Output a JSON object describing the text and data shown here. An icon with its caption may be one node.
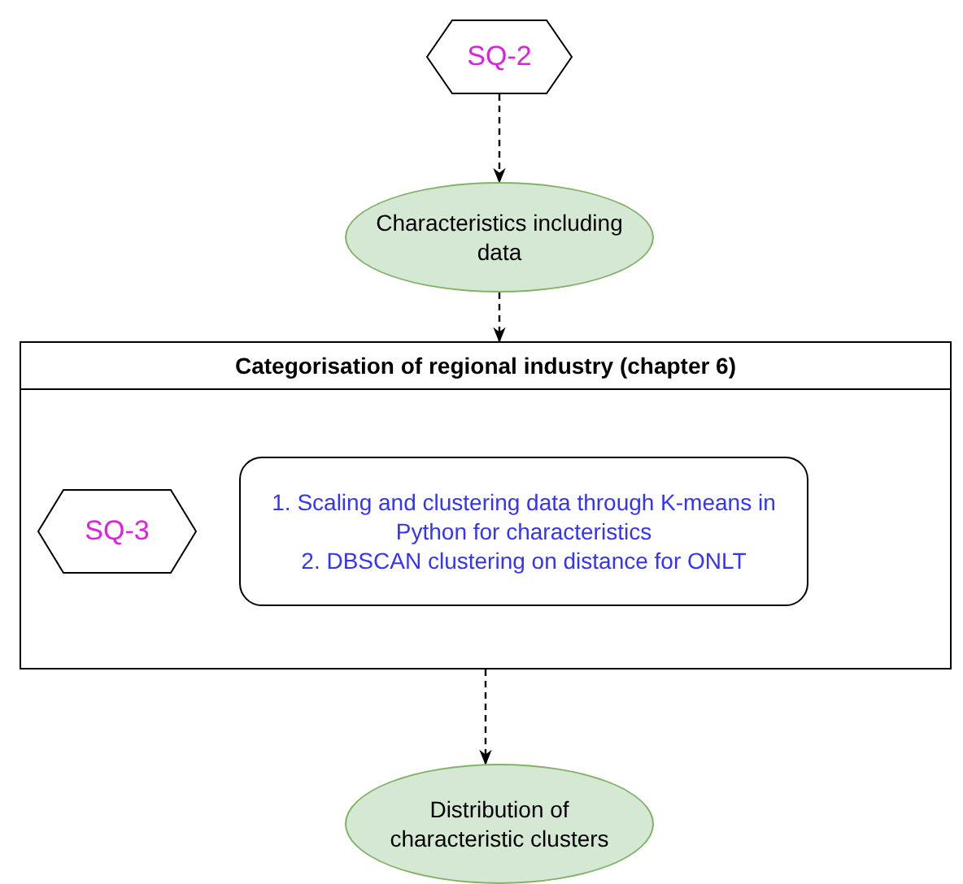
{
  "diagram": {
    "nodes": [
      {
        "text": [
          "SQ-2"
        ]
      },
      {
        "text": [
          "Characteristics including data"
        ]
      },
      {
        "text": [
          "Categorisation of regional industry (chapter 6)"
        ]
      },
      {
        "text": [
          "SQ-3"
        ],
        "in": 2
      },
      {
        "text": [
          "1. Scaling and clustering data through K-means in Python for characteristics",
          "2. DBSCAN clustering on distance for ONLT"
        ],
        "in": 2
      },
      {
        "text": [
          "Distribution of characteristic clusters"
        ]
      }
    ],
    "edges": [
      {
        "from": 0,
        "to": 1,
        "arrow": "to",
        "style": "dashed"
      },
      {
        "from": 1,
        "to": 2,
        "arrow": "to",
        "style": "dashed"
      },
      {
        "from": 2,
        "to": 5,
        "arrow": "to",
        "style": "dashed"
      }
    ]
  }
}
